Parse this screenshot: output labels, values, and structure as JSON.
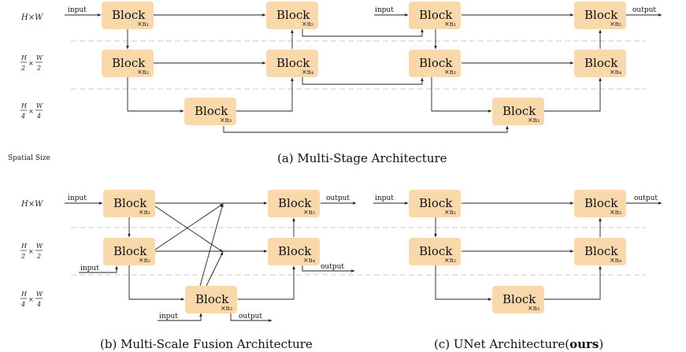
{
  "block_label": "Block",
  "subscripts": {
    "n1": "×n₁",
    "n2": "×n₂",
    "n3": "×n₃",
    "n4": "×n₄",
    "n5": "×n₅"
  },
  "io": {
    "input": "input",
    "output": "output"
  },
  "row_labels": {
    "full": "H×W",
    "half_num_h": "H",
    "half_den": "2",
    "half_num_w": "W",
    "half_times": "×",
    "quarter_num_h": "H",
    "quarter_den": "4",
    "quarter_num_w": "W",
    "quarter_times": "×"
  },
  "spatial_size_label": "Spatial Size",
  "captions": {
    "a": "(a) Multi-Stage Architecture",
    "b": "(b) Multi-Scale Fusion Architecture",
    "c_prefix": "(c) UNet Architecture(",
    "c_bold": "ours",
    "c_suffix": ")"
  }
}
